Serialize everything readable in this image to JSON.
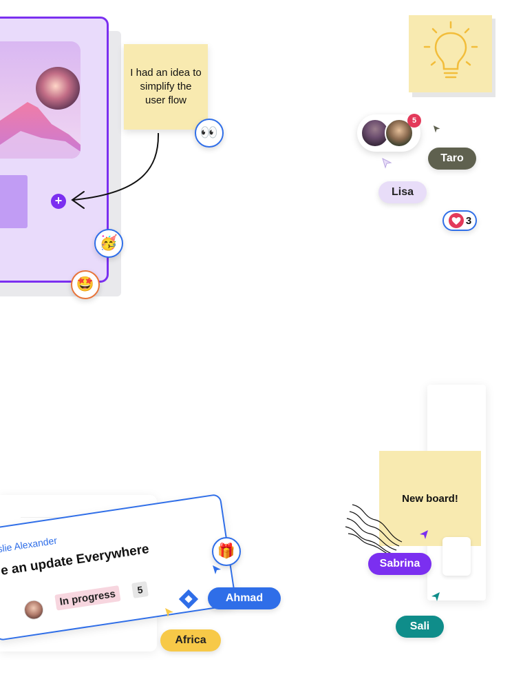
{
  "sticky_idea": {
    "text": "I had an idea to simplify the user flow"
  },
  "reaction_eyes": {
    "emoji": "👀"
  },
  "reaction_party": {
    "emoji": "🥳"
  },
  "reaction_starstruck": {
    "emoji": "🤩"
  },
  "reaction_gift": {
    "emoji": "🎁"
  },
  "avatars": {
    "notification_count": "5"
  },
  "cursors": {
    "taro": {
      "name": "Taro",
      "color": "#5f614f"
    },
    "lisa": {
      "name": "Lisa",
      "color": "#e8ddf8"
    },
    "sabrina": {
      "name": "Sabrina",
      "color": "#7b2ff0"
    },
    "ahmad": {
      "name": "Ahmad",
      "color": "#2f6ee8"
    },
    "africa": {
      "name": "Africa",
      "color": "#f7c948"
    },
    "sali": {
      "name": "Sali",
      "color": "#0f8d8a"
    }
  },
  "like": {
    "count": "3"
  },
  "sticky_board": {
    "text": "New board!"
  },
  "task_card": {
    "assignee": "slie Alexander",
    "title": "e an update Everywhere",
    "status": "In progress",
    "count": "5"
  },
  "colors": {
    "accent_purple": "#7b2ff0",
    "sticky_yellow": "#f8eab0",
    "link_blue": "#2f6ee8"
  }
}
